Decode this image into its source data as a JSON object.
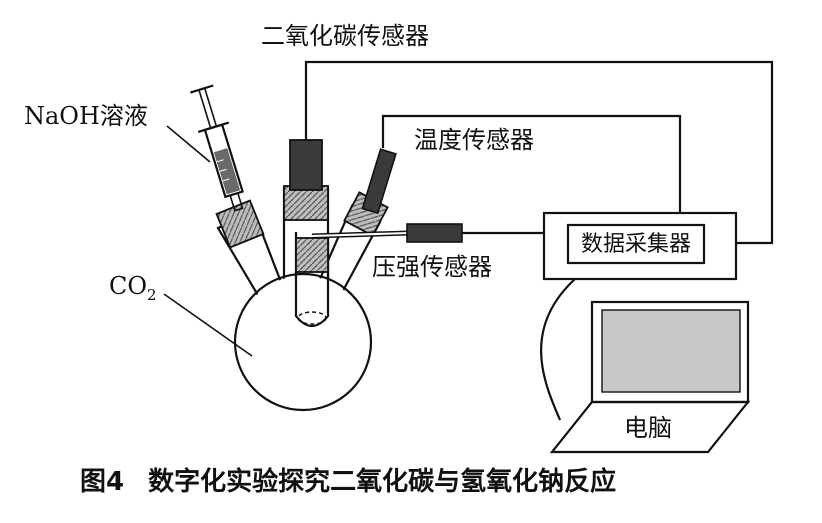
{
  "labels": {
    "co2_sensor": "二氧化碳传感器",
    "naoh_prefix": "NaOH",
    "naoh_suffix": "溶液",
    "temp_sensor": "温度传感器",
    "pressure_sensor": "压强传感器",
    "co2_main": "CO",
    "co2_sub": "2",
    "data_collector": "数据采集器",
    "computer": "电脑"
  },
  "caption": {
    "figure_no": "图4",
    "text": "数字化实验探究二氧化碳与氢氧化钠反应"
  },
  "colors": {
    "stroke": "#111111",
    "sensor_fill": "#3a3a3a",
    "screen_fill": "#c8c8c8",
    "stopper_fill": "#9a9a9a"
  }
}
